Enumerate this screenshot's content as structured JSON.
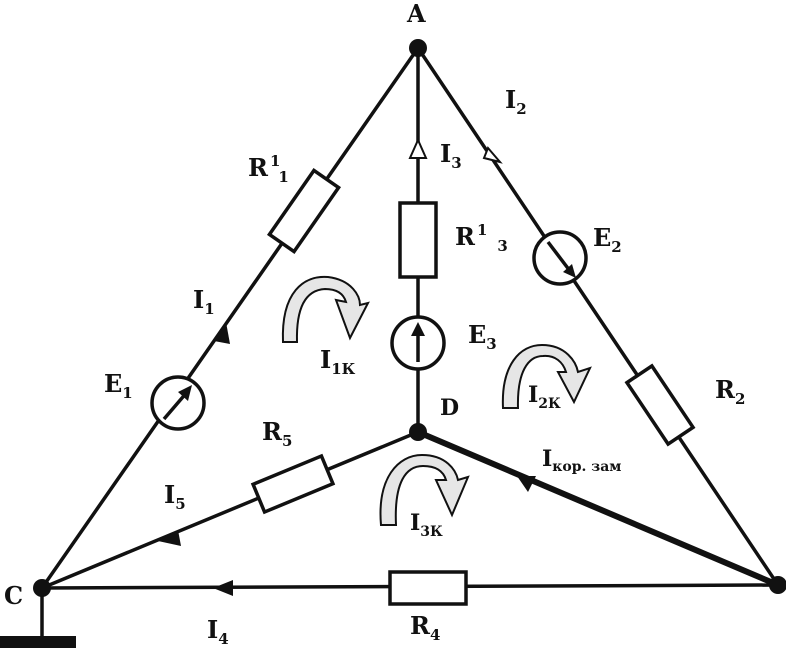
{
  "diagram": {
    "nodes": {
      "A": "A",
      "C": "C",
      "D": "D"
    },
    "resistors": {
      "R1_main": "R",
      "R1_sup": "1",
      "R1_sub": "1",
      "R3_main": "R",
      "R3_sup": "1",
      "R3_sub": "3",
      "R2_main": "R",
      "R2_sub": "2",
      "R4_main": "R",
      "R4_sub": "4",
      "R5_main": "R",
      "R5_sub": "5"
    },
    "sources": {
      "E1_main": "E",
      "E1_sub": "1",
      "E2_main": "E",
      "E2_sub": "2",
      "E3_main": "E",
      "E3_sub": "3"
    },
    "currents": {
      "I1_main": "I",
      "I1_sub": "1",
      "I2_main": "I",
      "I2_sub": "2",
      "I3_main": "I",
      "I3_sub": "3",
      "I4_main": "I",
      "I4_sub": "4",
      "I5_main": "I",
      "I5_sub": "5",
      "Ishort_main": "I",
      "Ishort_sub": "кор. зам"
    },
    "loops": {
      "I1K_main": "I",
      "I1K_sub": "1К",
      "I2K_main": "I",
      "I2K_sub": "2К",
      "I3K_main": "I",
      "I3K_sub": "3К"
    },
    "colors": {
      "ink": "#111111",
      "loop_fill": "#e6e6e6",
      "background": "#ffffff"
    }
  }
}
